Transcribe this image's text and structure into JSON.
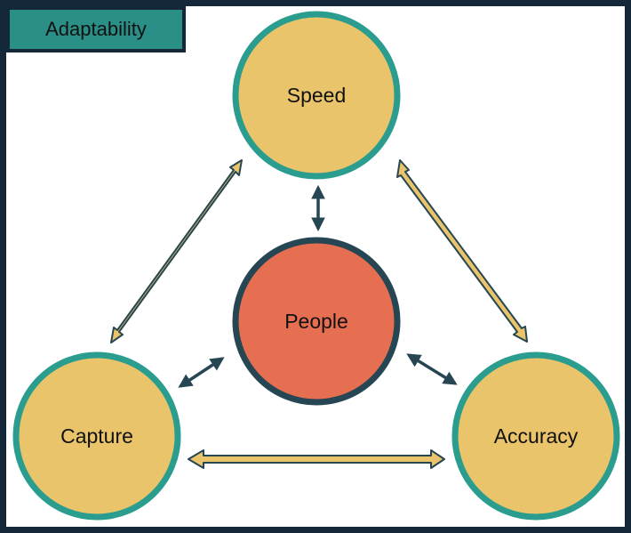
{
  "title": "Adaptability",
  "nodes": {
    "speed": "Speed",
    "people": "People",
    "capture": "Capture",
    "accuracy": "Accuracy"
  },
  "colors": {
    "frame": "#15283a",
    "title_fill": "#2a8f86",
    "node_fill": "#e9c46a",
    "node_stroke": "#2a9d8f",
    "center_fill": "#e76f51",
    "center_stroke": "#264653",
    "outer_arrow_fill": "#e9c46a",
    "outer_arrow_stroke": "#264653",
    "inner_arrow": "#264653"
  }
}
